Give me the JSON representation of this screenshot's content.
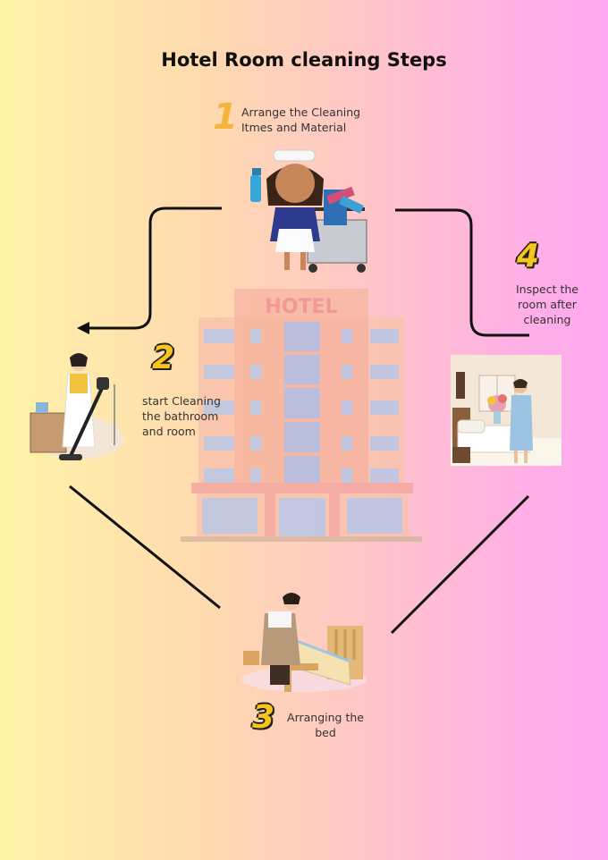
{
  "title": "Hotel Room cleaning Steps",
  "hotel_sign": "HOTEL",
  "steps": [
    {
      "number": "1",
      "lines": [
        "Arrange the Cleaning",
        "Itmes and Material"
      ]
    },
    {
      "number": "2",
      "lines": [
        "start Cleaning",
        "the bathroom",
        "and room"
      ]
    },
    {
      "number": "3",
      "lines": [
        "Arranging the",
        "bed"
      ]
    },
    {
      "number": "4",
      "lines": [
        "Inspect the",
        "room after",
        "cleaning"
      ]
    }
  ]
}
